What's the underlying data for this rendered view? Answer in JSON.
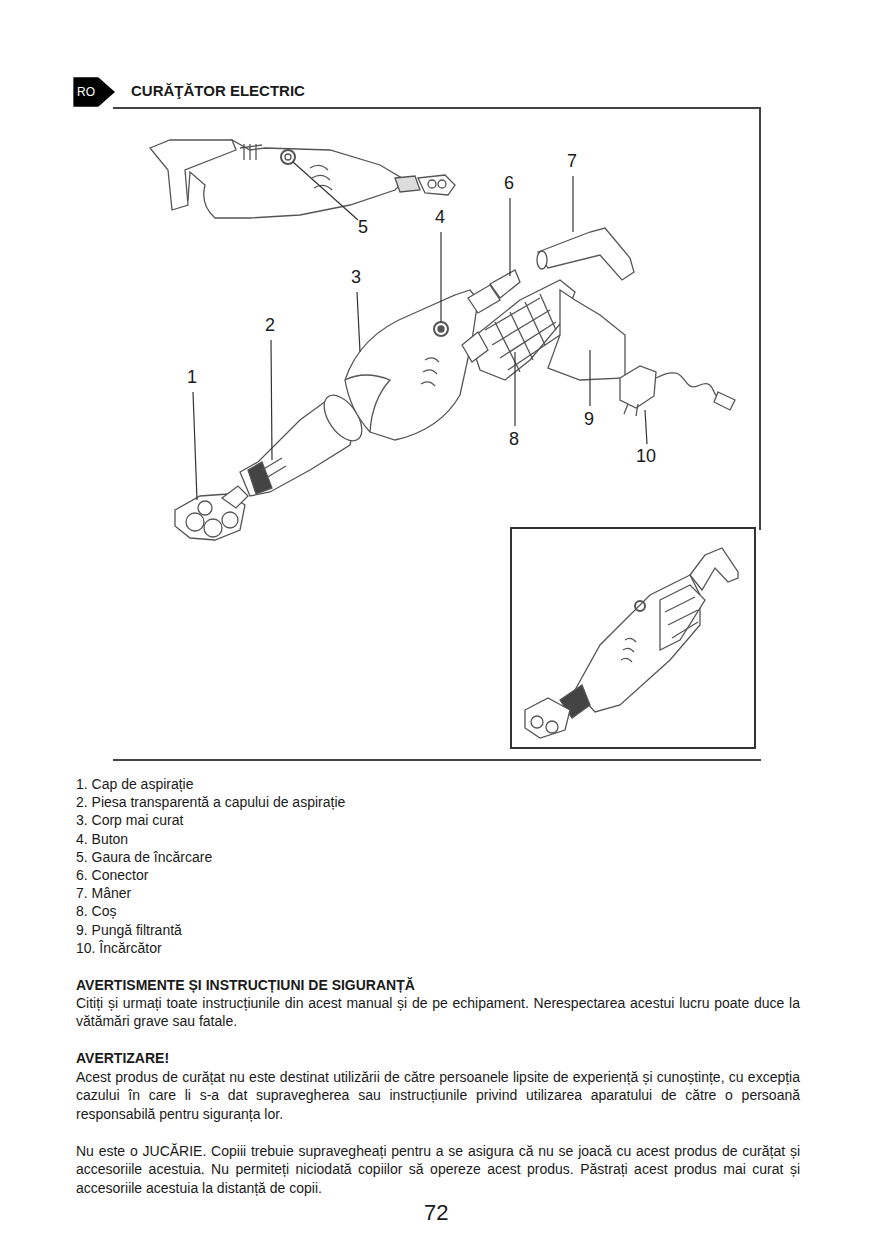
{
  "diagram": {
    "title": "CURĂŢĂTOR ELECTRIC",
    "labels": [
      "RO",
      "5",
      "4",
      "6",
      "7",
      "3",
      "2",
      "1",
      "8",
      "9",
      "10",
      "1. Cap de aspirație",
      "2. Piesa transparentă a capului de aspirație",
      "3. Corp mai curat",
      "4. Buton",
      "5. Gaura de încărcare",
      "6. Conector",
      "7. Mâner",
      "8. Coș",
      "9. Pungă filtrantă",
      "10. Încărcător",
      "AVERTISMENTE ȘI INSTRUCȚIUNI DE SIGURANȚĂ",
      "Citiți și urmați toate instrucțiunile din acest manual și de pe echipament. Nerespectarea acestui lucru poate duce la vătămări grave sau fatale.",
      "AVERTIZARE!",
      "Acest produs de curățat nu este destinat utilizării de către persoanele lipsite de experiență și cunoștințe, cu excepția cazului în care li s-a dat supravegherea sau instrucțiunile privind utilizarea aparatului de către o persoană responsabilă pentru siguranța lor.",
      "Nu este o JUCĂRIE. Copiii trebuie supravegheați pentru a se asigura că nu se joacă cu acest produs de curățat și accesoriile acestuia. Nu permiteți niciodată copiilor să opereze acest produs. Păstrați acest produs mai curat și accesoriile acestuia la distanță de copii.",
      "72"
    ]
  }
}
